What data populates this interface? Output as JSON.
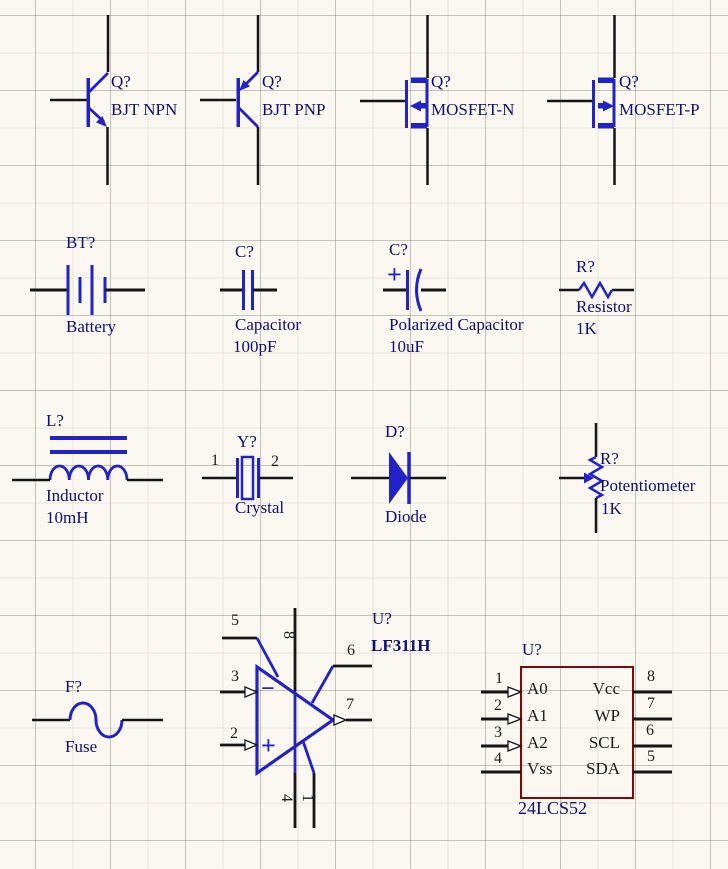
{
  "colors": {
    "sym": "#2222C8",
    "lab": "#0D0D78",
    "ic": "#7B0A0A"
  },
  "components": {
    "bjt_npn": {
      "designator": "Q?",
      "label": "BJT NPN"
    },
    "bjt_pnp": {
      "designator": "Q?",
      "label": "BJT PNP"
    },
    "mosfet_n": {
      "designator": "Q?",
      "label": "MOSFET-N"
    },
    "mosfet_p": {
      "designator": "Q?",
      "label": "MOSFET-P"
    },
    "battery": {
      "designator": "BT?",
      "label": "Battery"
    },
    "capacitor": {
      "designator": "C?",
      "label": "Capacitor",
      "value": "100pF"
    },
    "cap_pol": {
      "designator": "C?",
      "label": "Polarized Capacitor",
      "value": "10uF",
      "plus_sign": "+"
    },
    "resistor": {
      "designator": "R?",
      "label": "Resistor",
      "value": "1K"
    },
    "inductor": {
      "designator": "L?",
      "label": "Inductor",
      "value": "10mH"
    },
    "crystal": {
      "designator": "Y?",
      "label": "Crystal",
      "pin1": "1",
      "pin2": "2"
    },
    "diode": {
      "designator": "D?",
      "label": "Diode"
    },
    "pot": {
      "designator": "R?",
      "label": "Potentiometer",
      "value": "1K"
    },
    "fuse": {
      "designator": "F?",
      "label": "Fuse"
    },
    "opamp": {
      "designator": "U?",
      "part": "LF311H",
      "minus_sign": "−",
      "plus_sign": "+",
      "pin5": "5",
      "pin3": "3",
      "pin2": "2",
      "pin8": "8",
      "pin6": "6",
      "pin7": "7",
      "pin4": "4",
      "pin1": "1"
    },
    "eeprom": {
      "designator": "U?",
      "part": "24LCS52",
      "left_pins": [
        {
          "num": "1",
          "name": "A0"
        },
        {
          "num": "2",
          "name": "A1"
        },
        {
          "num": "3",
          "name": "A2"
        },
        {
          "num": "4",
          "name": "Vss"
        }
      ],
      "right_pins": [
        {
          "num": "8",
          "name": "Vcc"
        },
        {
          "num": "7",
          "name": "WP"
        },
        {
          "num": "6",
          "name": "SCL"
        },
        {
          "num": "5",
          "name": "SDA"
        }
      ]
    }
  }
}
